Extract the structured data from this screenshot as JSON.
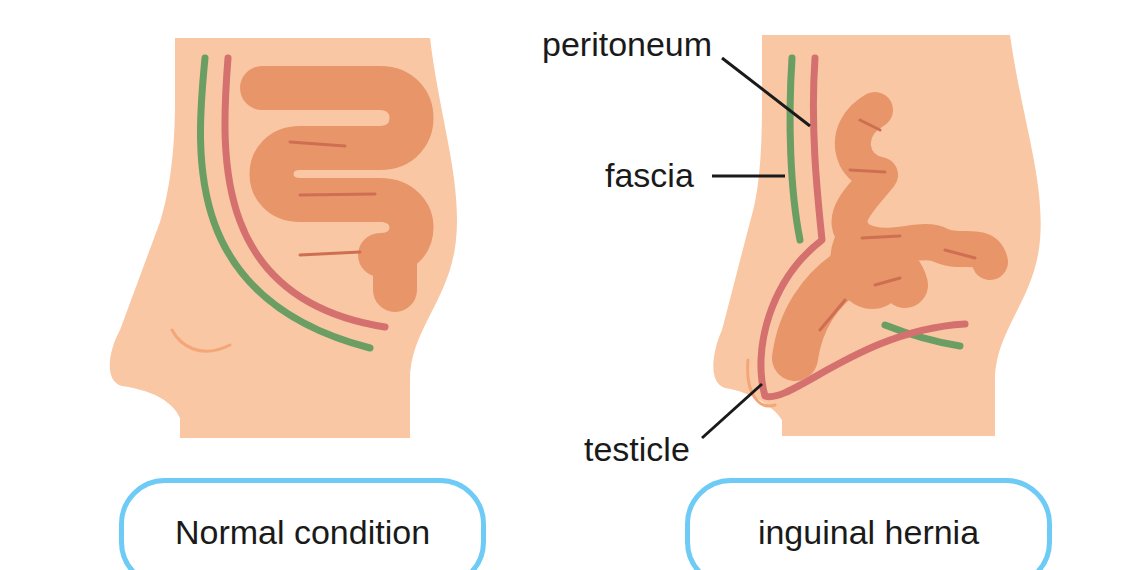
{
  "diagram": {
    "nodes": [
      {
        "text": [
          "Normal condition"
        ]
      },
      {
        "text": [
          "inguinal hernia"
        ]
      }
    ],
    "labels": [
      "peritoneum",
      "fascia",
      "testicle"
    ]
  }
}
